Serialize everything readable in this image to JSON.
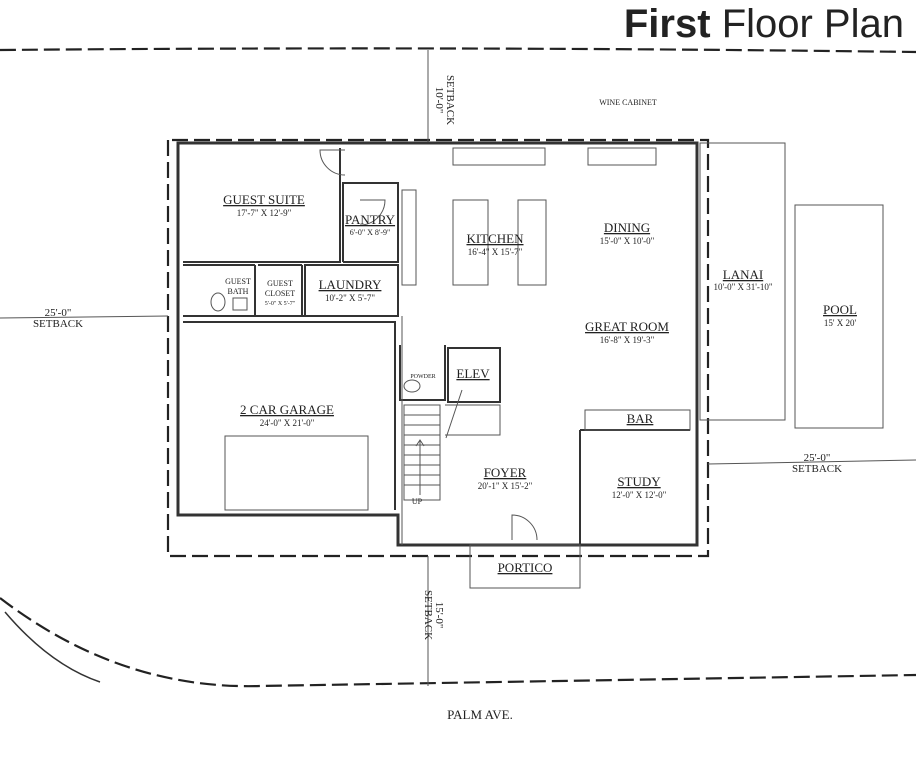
{
  "title": {
    "bold": "First",
    "rest": "Floor Plan"
  },
  "rooms": {
    "guest_suite": {
      "name": "GUEST SUITE",
      "size": "17'-7\" X 12'-9\""
    },
    "pantry": {
      "name": "PANTRY",
      "size": "6'-0\" X 8'-9\""
    },
    "kitchen": {
      "name": "KITCHEN",
      "size": "16'-4\" X 15'-7\""
    },
    "dining": {
      "name": "DINING",
      "size": "15'-0\" X 10'-0\""
    },
    "lanai": {
      "name": "LANAI",
      "size": "10'-0\" X 31'-10\""
    },
    "pool": {
      "name": "POOL",
      "size": "15' X 20'"
    },
    "guest_bath": {
      "name1": "GUEST",
      "name2": "BATH"
    },
    "guest_closet": {
      "name1": "GUEST",
      "name2": "CLOSET",
      "size": "5'-0\" X 5'-7\""
    },
    "laundry": {
      "name": "LAUNDRY",
      "size": "10'-2\" X 5'-7\""
    },
    "great_room": {
      "name": "GREAT ROOM",
      "size": "16'-8\" X 19'-3\""
    },
    "garage": {
      "name": "2 CAR GARAGE",
      "size": "24'-0\" X 21'-0\""
    },
    "powder": {
      "name": "POWDER"
    },
    "elev": {
      "name": "ELEV"
    },
    "bar": {
      "name": "BAR"
    },
    "foyer": {
      "name": "FOYER",
      "size": "20'-1\" X 15'-2\""
    },
    "study": {
      "name": "STUDY",
      "size": "12'-0\" X 12'-0\""
    },
    "portico": {
      "name": "PORTICO"
    },
    "stair": {
      "up": "UP"
    }
  },
  "annotations": {
    "wine_cabinet": "WINE CABINET",
    "street": "PALM AVE."
  },
  "setbacks": {
    "top": {
      "dim": "10'-0\"",
      "label": "SETBACK"
    },
    "left": {
      "dim": "25'-0\"",
      "label": "SETBACK"
    },
    "right": {
      "dim": "25'-0\"",
      "label": "SETBACK"
    },
    "bottom": {
      "dim": "15'-0\"",
      "label": "SETBACK"
    }
  }
}
